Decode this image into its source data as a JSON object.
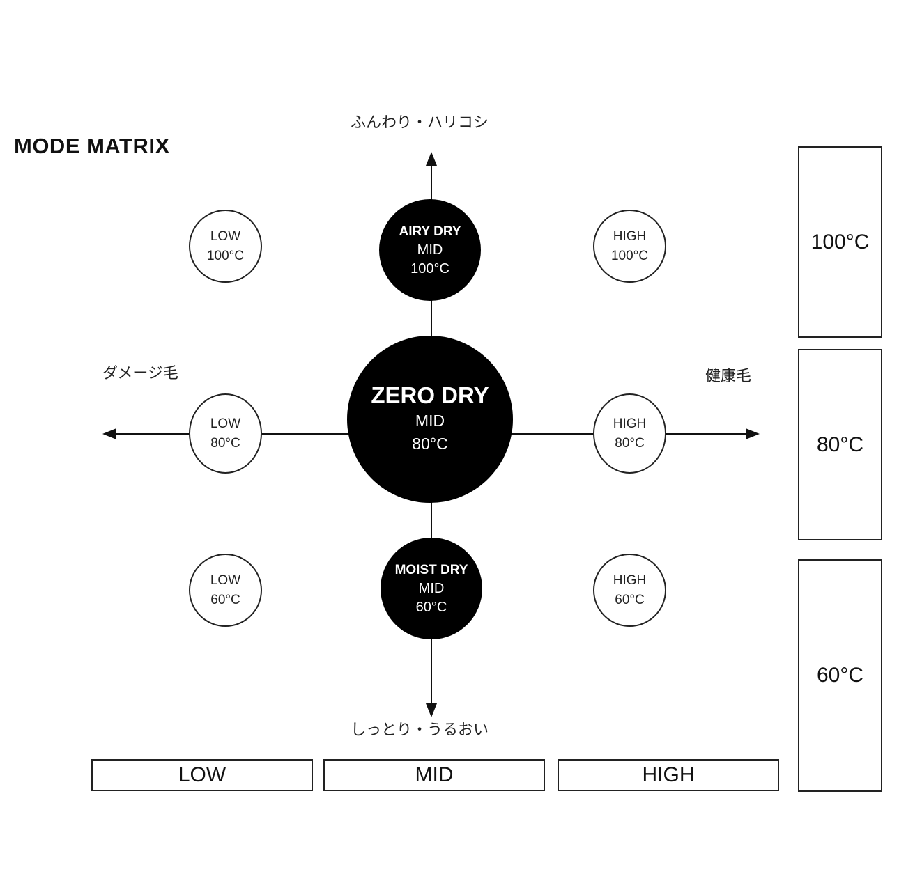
{
  "title": "MODE MATRIX",
  "axes": {
    "top": "ふんわり・ハリコシ",
    "bottom": "しっとり・うるおい",
    "left": "ダメージ毛",
    "right": "健康毛"
  },
  "nodes": {
    "low_100": {
      "level": "LOW",
      "temp": "100°C"
    },
    "airy": {
      "mode": "AIRY DRY",
      "level": "MID",
      "temp": "100°C"
    },
    "high_100": {
      "level": "HIGH",
      "temp": "100°C"
    },
    "low_80": {
      "level": "LOW",
      "temp": "80°C"
    },
    "zero": {
      "mode": "ZERO DRY",
      "level": "MID",
      "temp": "80°C"
    },
    "high_80": {
      "level": "HIGH",
      "temp": "80°C"
    },
    "low_60": {
      "level": "LOW",
      "temp": "60°C"
    },
    "moist": {
      "mode": "MOIST DRY",
      "level": "MID",
      "temp": "60°C"
    },
    "high_60": {
      "level": "HIGH",
      "temp": "60°C"
    }
  },
  "columns": [
    "LOW",
    "MID",
    "HIGH"
  ],
  "rows": [
    "100°C",
    "80°C",
    "60°C"
  ],
  "colors": {
    "ink": "#000000",
    "background": "#ffffff"
  }
}
